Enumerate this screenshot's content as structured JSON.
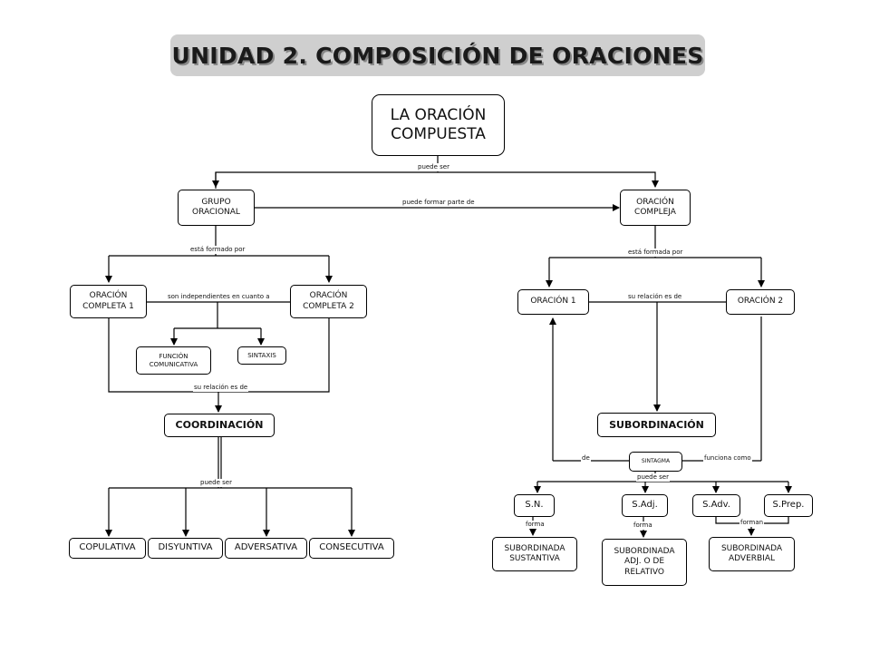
{
  "title": "UNIDAD 2. COMPOSICIÓN DE ORACIONES",
  "nodes": {
    "root": "LA ORACIÓN COMPUESTA",
    "grupo": "GRUPO ORACIONAL",
    "compleja": "ORACIÓN COMPLEJA",
    "completa1": "ORACIÓN COMPLETA 1",
    "completa2": "ORACIÓN COMPLETA 2",
    "funcion": "FUNCIÓN COMUNICATIVA",
    "sintaxis": "SINTAXIS",
    "coordinacion": "COORDINACIÓN",
    "copulativa": "COPULATIVA",
    "disyuntiva": "DISYUNTIVA",
    "adversativa": "ADVERSATIVA",
    "consecutiva": "CONSECUTIVA",
    "oracion1": "ORACIÓN 1",
    "oracion2": "ORACIÓN 2",
    "subordinacion": "SUBORDINACIÓN",
    "sintagma": "SINTAGMA",
    "sn": "S.N.",
    "sadj": "S.Adj.",
    "sadv": "S.Adv.",
    "sprep": "S.Prep.",
    "sub_sust": "SUBORDINADA SUSTANTIVA",
    "sub_adj": "SUBORDINADA ADJ. O DE RELATIVO",
    "sub_adv": "SUBORDINADA ADVERBIAL"
  },
  "links": {
    "puede_ser_1": "puede ser",
    "puede_formar": "puede formar parte de",
    "formado_por": "está formado por",
    "formada_por": "está formada por",
    "independientes": "son independientes en cuanto a",
    "relacion_coord": "su relación es de",
    "relacion_sub": "su relación es de",
    "puede_ser_2": "puede ser",
    "de": "de",
    "funciona_como": "funciona como",
    "puede_ser_3": "puede ser",
    "forma_1": "forma",
    "forma_2": "forma",
    "forman": "forman"
  }
}
